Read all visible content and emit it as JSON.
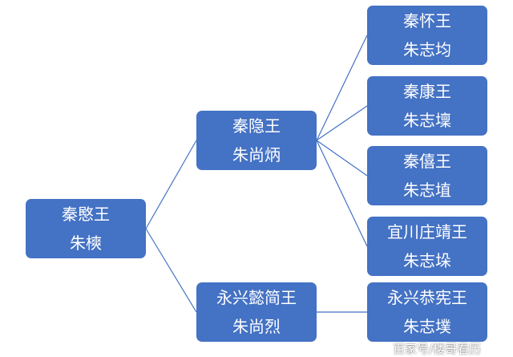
{
  "root": {
    "title": "秦愍王",
    "name": "朱樉"
  },
  "children": [
    {
      "title": "秦隐王",
      "name": "朱尚炳"
    },
    {
      "title": "永兴懿简王",
      "name": "朱尚烈"
    }
  ],
  "grandchildren": [
    {
      "title": "秦怀王",
      "name": "朱志均"
    },
    {
      "title": "秦康王",
      "name": "朱志壈"
    },
    {
      "title": "秦僖王",
      "name": "朱志埴"
    },
    {
      "title": "宜川庄靖王",
      "name": "朱志垛"
    },
    {
      "title": "永兴恭宪王",
      "name": "朱志墣"
    }
  ],
  "watermark": "百家号/楼哥看历",
  "colors": {
    "node": "#4472c4",
    "line": "#4472c4"
  }
}
